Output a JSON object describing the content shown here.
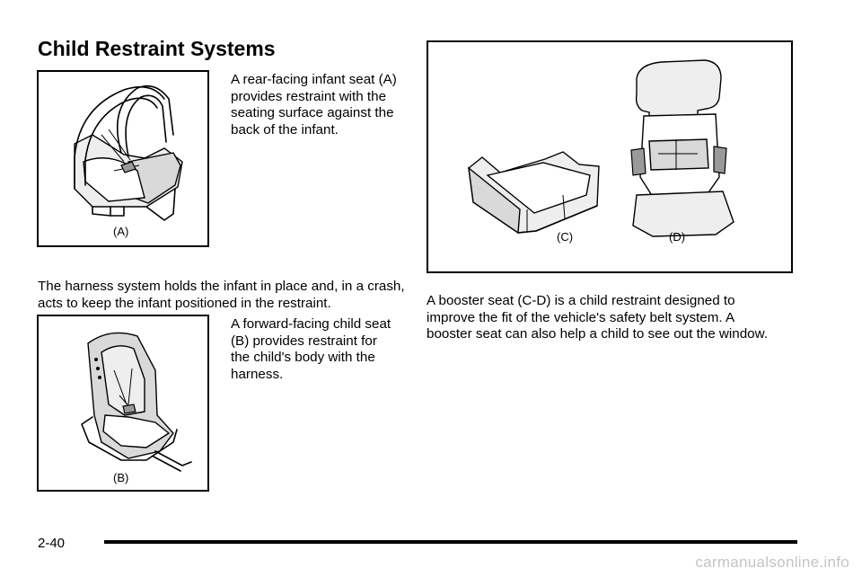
{
  "page": {
    "heading": "Child Restraint Systems",
    "page_number": "2-40",
    "watermark": "carmanualsonline.info"
  },
  "figures": {
    "a": {
      "label": "(A)"
    },
    "b": {
      "label": "(B)"
    },
    "c": {
      "label": "(C)"
    },
    "d": {
      "label": "(D)"
    }
  },
  "paragraphs": {
    "rear_facing": "A rear-facing infant seat (A) provides restraint with the seating surface against the back of the infant.",
    "harness": "The harness system holds the infant in place and, in a crash, acts to keep the infant positioned in the restraint.",
    "forward_facing": "A forward-facing child seat (B) provides restraint for the child's body with the harness.",
    "booster": "A booster seat (C-D) is a child restraint designed to improve the fit of the vehicle's safety belt system. A booster seat can also help a child to see out the window."
  }
}
